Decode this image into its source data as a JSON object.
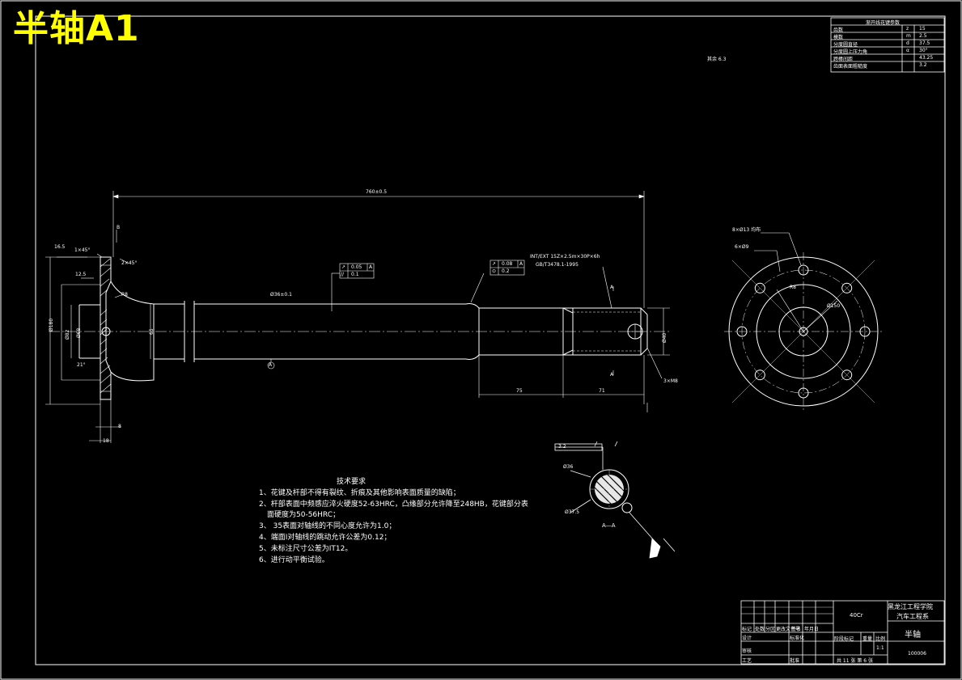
{
  "drawing_title": "半轴A1",
  "gear_parameters": {
    "title": "渐开线花键参数",
    "rows": [
      {
        "name": "齿数",
        "symbol": "z",
        "value": "15"
      },
      {
        "name": "模数",
        "symbol": "m",
        "value": "2.5"
      },
      {
        "name": "分度圆直径",
        "symbol": "d",
        "value": "37.5"
      },
      {
        "name": "分度圆上压力角",
        "symbol": "α",
        "value": "30°"
      },
      {
        "name": "跨棒间距",
        "symbol": "",
        "value": "43.25"
      },
      {
        "name": "齿面表面粗糙度",
        "symbol": "",
        "value": "3.2"
      }
    ]
  },
  "roughness_note": "其余 6.3",
  "dimensions": {
    "overall_length": "760±0.5",
    "shaft_dia": "Ø36±0.1",
    "len_75": "75",
    "len_71": "71",
    "flange_thk": "8",
    "flange_total": "18",
    "thread_holes": "8×Ø13",
    "dim_12_5": "12.5",
    "dim_2x45": "2×45°",
    "dim_1x45": "1×45°",
    "dim_r8": "R8",
    "dim_65": "65",
    "dim_16_5": "16.5",
    "dim_82": "Ø82",
    "dim_21": "21°",
    "dim_68": "Ø68",
    "dim_40": "Ø40",
    "flange_od": "Ø180",
    "dim_3x45_r": "3×M8",
    "shaft_end": "Ø40",
    "bolt_holes": "8×Ø13 均布",
    "dim_r8_end": "R8",
    "dim_6x": "6×Ø9",
    "pcd": "Ø150",
    "ref_a": "A",
    "ref_b": "B"
  },
  "tolerance_frames": [
    {
      "rows": [
        [
          "↗",
          "0.05",
          "A"
        ],
        [
          "//",
          "0.1",
          ""
        ]
      ]
    },
    {
      "rows": [
        [
          "↗",
          "0.08",
          "A"
        ],
        [
          "⊙",
          "0.2",
          ""
        ]
      ]
    }
  ],
  "spline_callout": [
    "INT/EXT 15Z×2.5m×30P×6h",
    "GB/T3478.1-1995"
  ],
  "section_label": "A—A",
  "section_mark": "A",
  "section_dims": {
    "d1": "Ø36",
    "d2": "Ø37.5",
    "tag": "3.2"
  },
  "tech_requirements": {
    "title": "技术要求",
    "items": [
      "1、花键及杆部不得有裂纹、折痕及其他影响表面质量的缺陷；",
      "2、杆部表面中频感应淬火硬度52-63HRC，凸缘部分允许降至248HB，花键部分表",
      "面硬度为50-56HRC；",
      "3、 35表面对轴线的不同心度允许为1.0；",
      "4、端面I对轴线的跳动允许公差为0.12；",
      "5、未标注尺寸公差为IT12。",
      "6、进行动平衡试验。"
    ]
  },
  "title_block": {
    "material": "40Cr",
    "school": "黑龙江工程学院",
    "dept": "汽车工程系",
    "part_name": "半轴",
    "drawing_no": "100006",
    "headers": [
      "标记",
      "处数",
      "分区",
      "更改文件号",
      "签名",
      "年月日"
    ],
    "row2": [
      "设计",
      "",
      "",
      "标准化",
      "",
      ""
    ],
    "row3": [
      "审核",
      "",
      "",
      "",
      "",
      ""
    ],
    "row4": [
      "工艺",
      "",
      "",
      "批准",
      "",
      ""
    ],
    "stage_headers": [
      "阶段标记",
      "重量",
      "比例"
    ],
    "scale": "1:1",
    "sheet": "共 11 张  第 6 张"
  }
}
